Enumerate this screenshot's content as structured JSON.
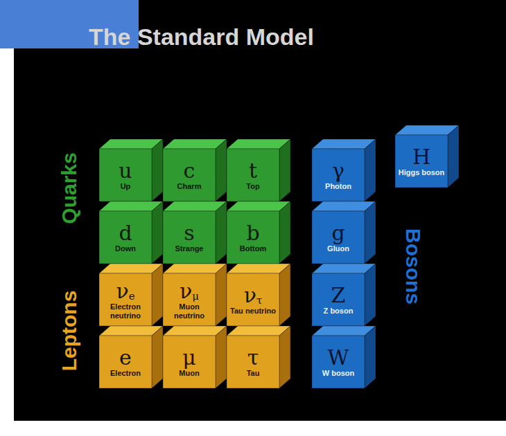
{
  "diagram": {
    "title": "The Standard Model",
    "nodes": [
      {
        "text": [
          "u",
          "Up"
        ]
      },
      {
        "text": [
          "c",
          "Charm"
        ]
      },
      {
        "text": [
          "t",
          "Top"
        ]
      },
      {
        "text": [
          "d",
          "Down"
        ]
      },
      {
        "text": [
          "s",
          "Strange"
        ]
      },
      {
        "text": [
          "b",
          "Bottom"
        ]
      },
      {
        "text": [
          "νe",
          "Electron neutrino"
        ]
      },
      {
        "text": [
          "νμ",
          "Muon neutrino"
        ]
      },
      {
        "text": [
          "ντ",
          "Tau neutrino"
        ]
      },
      {
        "text": [
          "e",
          "Electron"
        ]
      },
      {
        "text": [
          "μ",
          "Muon"
        ]
      },
      {
        "text": [
          "τ",
          "Tau"
        ]
      },
      {
        "text": [
          "γ",
          "Photon"
        ]
      },
      {
        "text": [
          "g",
          "Gluon"
        ]
      },
      {
        "text": [
          "Z",
          "Z boson"
        ]
      },
      {
        "text": [
          "W",
          "W boson"
        ]
      },
      {
        "text": [
          "H",
          "Higgs boson"
        ]
      }
    ],
    "labels": [
      "Quarks",
      "Leptons",
      "Bosons"
    ]
  }
}
